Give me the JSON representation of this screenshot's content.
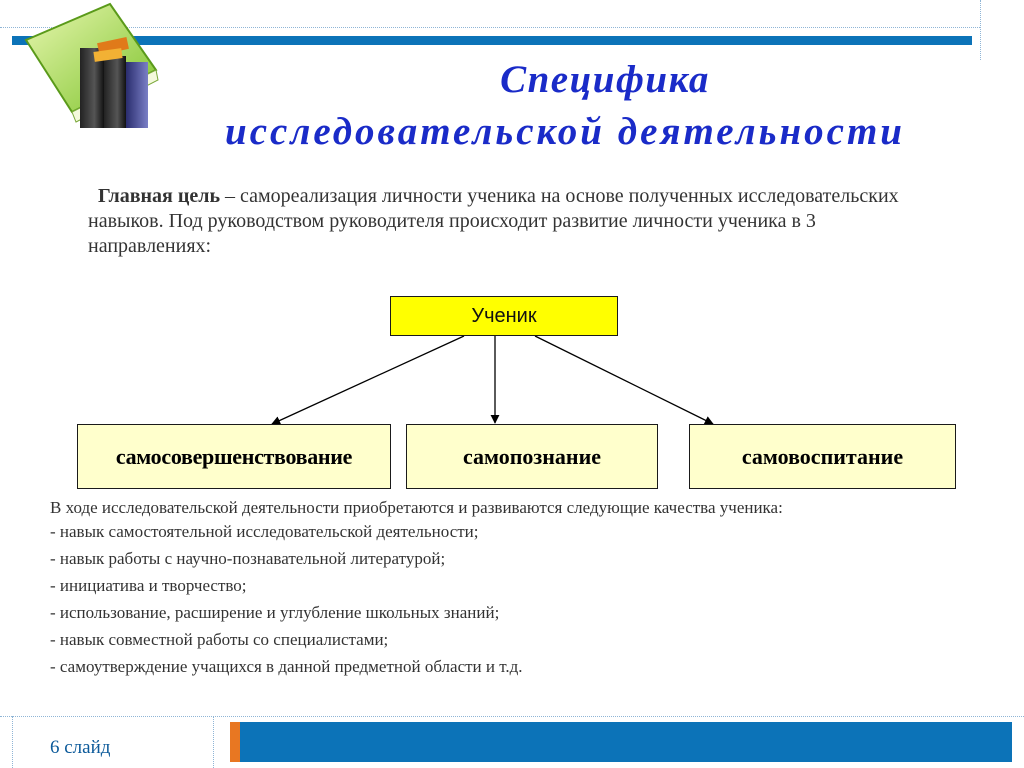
{
  "title": {
    "line1": "Специфика",
    "line2": "исследовательской  деятельности"
  },
  "intro": {
    "lead_bold": "Главная цель",
    "text": " – самореализация личности ученика на основе полученных исследовательских навыков. Под руководством руководителя  происходит развитие личности ученика в 3 направлениях:"
  },
  "diagram": {
    "root": "Ученик",
    "children": [
      "самосовершенствование",
      "самопознание",
      "самовоспитание"
    ]
  },
  "qualities": {
    "lead": "В ходе исследовательской деятельности приобретаются и развиваются следующие качества ученика:",
    "items": [
      "- навык самостоятельной исследовательской деятельности;",
      "- навык работы с научно-познавательной литературой;",
      "- инициатива и творчество;",
      "- использование, расширение и углубление школьных знаний;",
      "- навык совместной работы со специалистами;",
      "- самоутверждение учащихся в данной предметной области и  т.д."
    ]
  },
  "footer": {
    "slide_label": "6 слайд"
  },
  "colors": {
    "title": "#1a2bc8",
    "accent_blue": "#0c73b8",
    "accent_orange": "#e87722",
    "root_box": "#ffff00",
    "child_box": "#ffffcc"
  },
  "icons": {
    "logo": "books-icon"
  }
}
